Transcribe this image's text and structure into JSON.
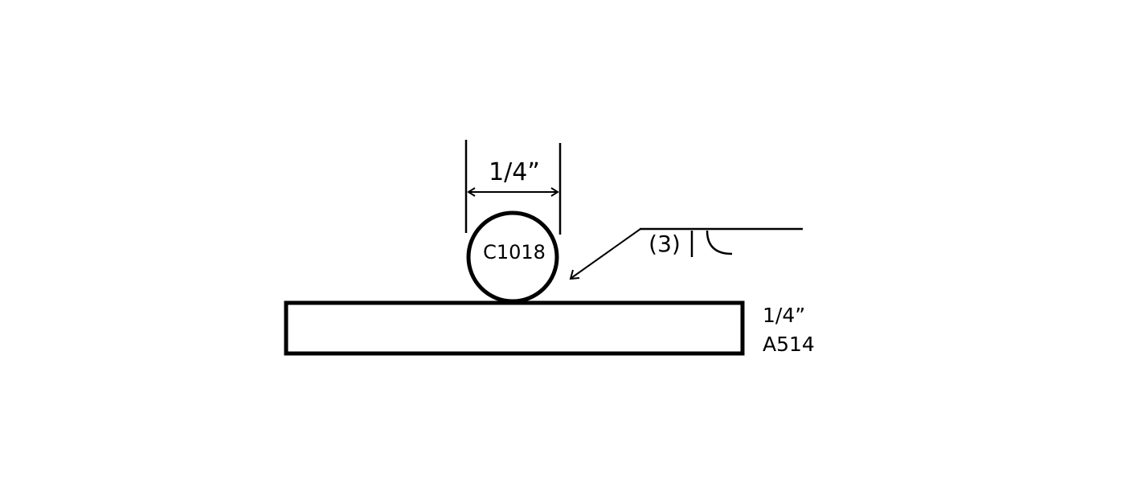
{
  "rod": {
    "diameter": "1/4”",
    "material": "C1018"
  },
  "plate": {
    "thickness": "1/4”",
    "material": "A514"
  },
  "weld_symbol": {
    "quantity": "(3)",
    "type": "flare-bevel-groove"
  },
  "colors": {
    "line": "#000000",
    "background": "#ffffff"
  }
}
